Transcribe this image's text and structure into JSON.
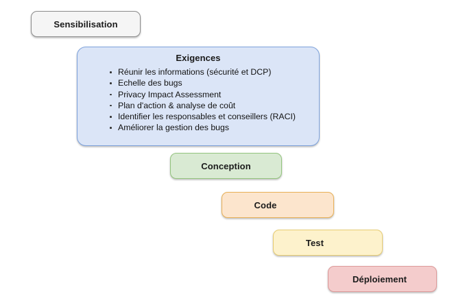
{
  "diagram": {
    "type": "waterfall-stage-cascade",
    "background_color": "#ffffff",
    "stages": [
      {
        "id": "sensibilisation",
        "label": "Sensibilisation",
        "fill_color": "#f5f5f5",
        "border_color": "#8d8d8d"
      },
      {
        "id": "exigences",
        "label": "Exigences",
        "fill_color": "#dbe5f7",
        "border_color": "#7da2dc",
        "items": [
          "Réunir les informations (sécurité et DCP)",
          "Echelle des bugs",
          "Privacy Impact Assessment",
          "Plan d'action & analyse de coût",
          "Identifier les responsables et conseillers (RACI)",
          "Améliorer la gestion des bugs"
        ]
      },
      {
        "id": "conception",
        "label": "Conception",
        "fill_color": "#d9ead3",
        "border_color": "#93c47d"
      },
      {
        "id": "code",
        "label": "Code",
        "fill_color": "#fce5cd",
        "border_color": "#e8b056"
      },
      {
        "id": "test",
        "label": "Test",
        "fill_color": "#fdf2cc",
        "border_color": "#e8cd72"
      },
      {
        "id": "deploiement",
        "label": "Déploiement",
        "fill_color": "#f4cccc",
        "border_color": "#dd9a9a"
      }
    ]
  }
}
